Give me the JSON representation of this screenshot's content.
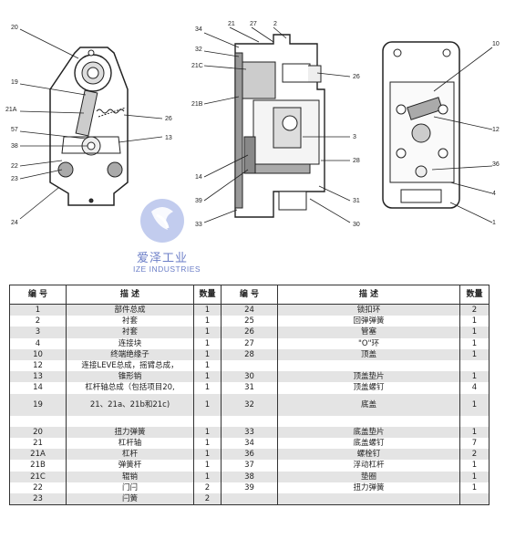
{
  "callouts": {
    "left": [
      "20",
      "19",
      "21A",
      "57",
      "38",
      "22",
      "23",
      "24",
      "26",
      "13"
    ],
    "middle": [
      "34",
      "21",
      "27",
      "2",
      "32",
      "21C",
      "21B",
      "26",
      "3",
      "14",
      "39",
      "33",
      "28",
      "31",
      "30"
    ],
    "right": [
      "10",
      "12",
      "36",
      "4",
      "1"
    ]
  },
  "logo": {
    "cn": "爱泽工业",
    "en": "IZE INDUSTRIES"
  },
  "table": {
    "headers": [
      "编 号",
      "描 述",
      "数量",
      "编 号",
      "描 述",
      "数量"
    ],
    "rows": [
      {
        "n1": "1",
        "d1": "部件总成",
        "q1": "1",
        "n2": "24",
        "d2": "锁扣环",
        "q2": "2"
      },
      {
        "n1": "2",
        "d1": "衬套",
        "q1": "1",
        "n2": "25",
        "d2": "回弹弹簧",
        "q2": "1"
      },
      {
        "n1": "3",
        "d1": "衬套",
        "q1": "1",
        "n2": "26",
        "d2": "管塞",
        "q2": "1"
      },
      {
        "n1": "4",
        "d1": "连接块",
        "q1": "1",
        "n2": "27",
        "d2": "\"O\"环",
        "q2": "1"
      },
      {
        "n1": "10",
        "d1": "终端绝缘子",
        "q1": "1",
        "n2": "28",
        "d2": "顶盖",
        "q2": "1"
      },
      {
        "n1": "12",
        "d1": "连接LEVE总成，摇臂总成，",
        "q1": "1",
        "n2": "",
        "d2": "",
        "q2": ""
      },
      {
        "n1": "13",
        "d1": "锥形销",
        "q1": "1",
        "n2": "30",
        "d2": "顶盖垫片",
        "q2": "1"
      },
      {
        "n1": "14",
        "d1": "杠杆轴总成（包括项目20,",
        "q1": "1",
        "n2": "31",
        "d2": "顶盖螺钉",
        "q2": "4"
      },
      {
        "n1": "19",
        "d1": "21、21a、21b和21c)",
        "q1": "1",
        "n2": "32",
        "d2": "底盖",
        "q2": "1"
      },
      {
        "n1": "",
        "d1": "",
        "q1": "",
        "n2": "",
        "d2": "",
        "q2": ""
      },
      {
        "n1": "20",
        "d1": "扭力弹簧",
        "q1": "1",
        "n2": "33",
        "d2": "底盖垫片",
        "q2": "1"
      },
      {
        "n1": "21",
        "d1": "杠杆轴",
        "q1": "1",
        "n2": "34",
        "d2": "底盖螺钉",
        "q2": "7"
      },
      {
        "n1": "21A",
        "d1": "杠杆",
        "q1": "1",
        "n2": "36",
        "d2": "螺栓钉",
        "q2": "2"
      },
      {
        "n1": "21B",
        "d1": "弹簧杆",
        "q1": "1",
        "n2": "37",
        "d2": "浮动杠杆",
        "q2": "1"
      },
      {
        "n1": "21C",
        "d1": "辊销",
        "q1": "1",
        "n2": "38",
        "d2": "垫圈",
        "q2": "1"
      },
      {
        "n1": "22",
        "d1": "门闩",
        "q1": "2",
        "n2": "39",
        "d2": "扭力弹簧",
        "q2": "1"
      },
      {
        "n1": "23",
        "d1": "闩簧",
        "q1": "2",
        "n2": "",
        "d2": "",
        "q2": ""
      }
    ]
  }
}
